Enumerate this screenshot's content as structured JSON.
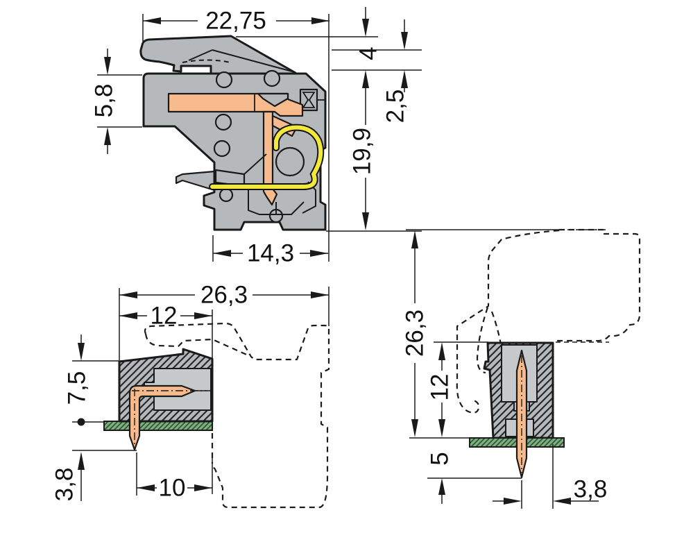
{
  "drawing": {
    "colors": {
      "body_gray": "#b6b9bb",
      "cavity_gray": "#c6c9cb",
      "contact_orange": "#f6ba8d",
      "spring_yellow": "#f2e93c",
      "pcb_green": "#80ad81",
      "pcb_hatch_green": "#27522b",
      "line_dark": "#1a1a1a"
    },
    "views": {
      "side_section": {
        "dims": {
          "overall_width": "22,75",
          "lever_height": "4",
          "left_height": "5,8",
          "top_offset": "2,5",
          "body_height": "19,9",
          "bottom_width": "14,3"
        }
      },
      "header_side": {
        "dims": {
          "overall_depth": "26,3",
          "insert_depth": "12",
          "height_above_board": "7,5",
          "pin_below_board": "3,8",
          "pin_to_face": "10"
        }
      },
      "header_front": {
        "dims": {
          "overall_height": "26,3",
          "header_height": "12",
          "pin_below_board": "5",
          "pin_to_edge": "3,8"
        }
      }
    }
  }
}
